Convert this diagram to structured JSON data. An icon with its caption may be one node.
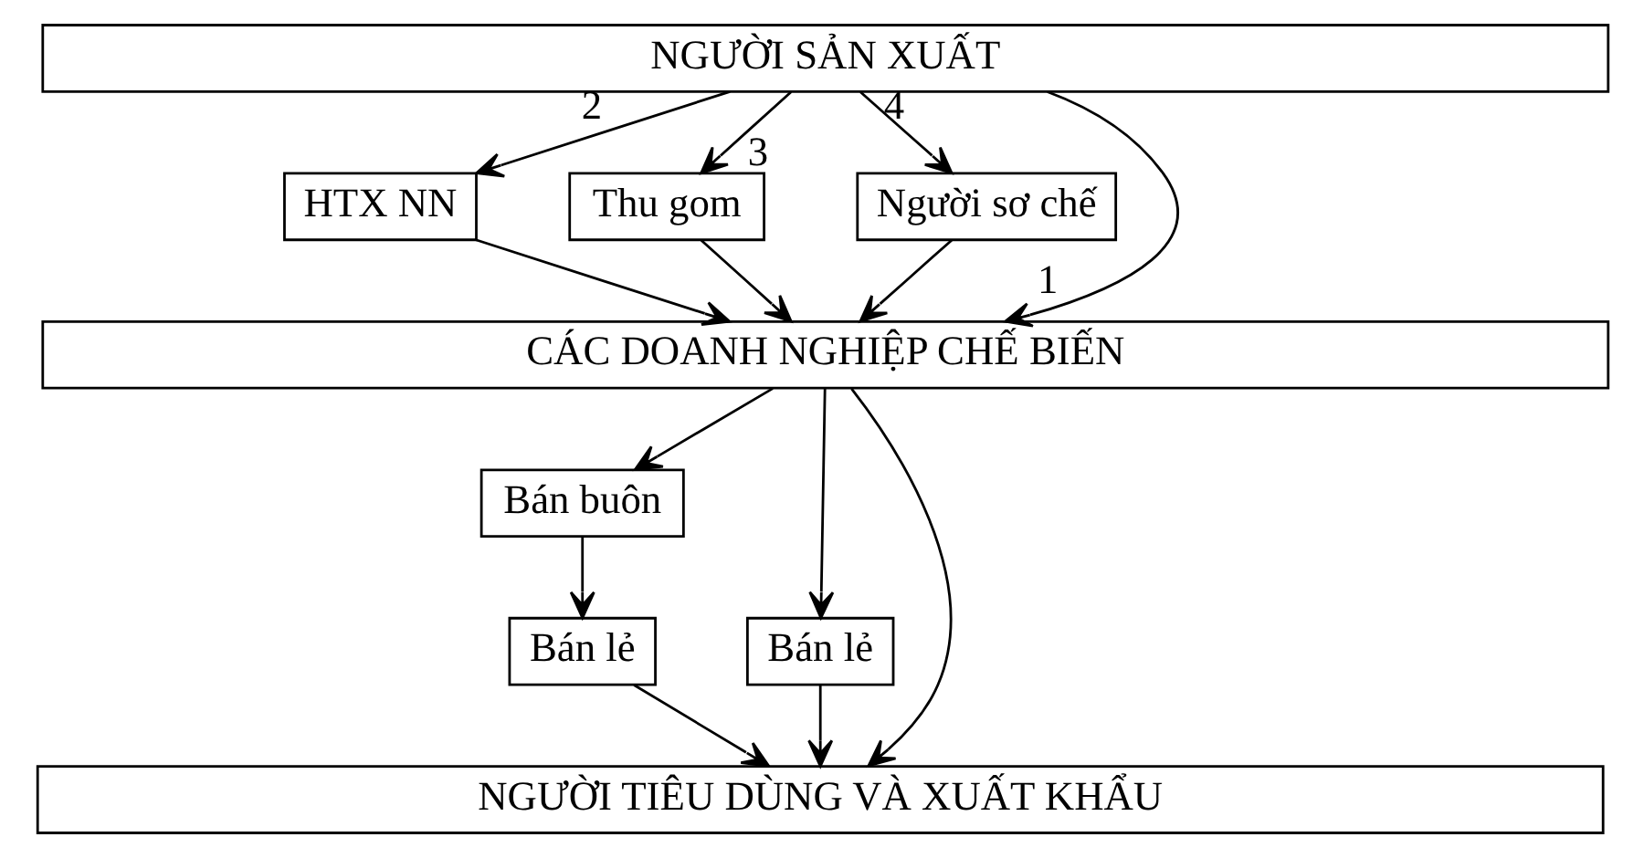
{
  "diagram": {
    "nodes": [
      {
        "text": [
          "NGƯỜI SẢN XUẤT"
        ]
      },
      {
        "text": [
          "HTX NN"
        ]
      },
      {
        "text": [
          "Thu gom"
        ]
      },
      {
        "text": [
          "Người sơ chế"
        ]
      },
      {
        "text": [
          "CÁC DOANH NGHIỆP CHẾ BIẾN"
        ]
      },
      {
        "text": [
          "Bán buôn"
        ]
      },
      {
        "text": [
          "Bán lẻ"
        ]
      },
      {
        "text": [
          "Bán lẻ"
        ]
      },
      {
        "text": [
          "NGƯỜI TIÊU DÙNG VÀ XUẤT KHẨU"
        ]
      }
    ],
    "edges": [
      {
        "from": 0,
        "to": 4,
        "arrow": "to",
        "label": "1"
      },
      {
        "from": 0,
        "to": 1,
        "arrow": "to",
        "label": "2"
      },
      {
        "from": 0,
        "to": 2,
        "arrow": "to",
        "label": "3"
      },
      {
        "from": 0,
        "to": 3,
        "arrow": "to",
        "label": "4"
      },
      {
        "from": 1,
        "to": 4,
        "arrow": "to"
      },
      {
        "from": 2,
        "to": 4,
        "arrow": "to"
      },
      {
        "from": 3,
        "to": 4,
        "arrow": "to"
      },
      {
        "from": 4,
        "to": 8,
        "arrow": "to"
      },
      {
        "from": 4,
        "to": 6,
        "arrow": "to"
      },
      {
        "from": 4,
        "to": 5,
        "arrow": "to"
      },
      {
        "from": 5,
        "to": 7,
        "arrow": "to"
      },
      {
        "from": 6,
        "to": 8,
        "arrow": "to"
      },
      {
        "from": 7,
        "to": 8,
        "arrow": "to"
      }
    ]
  }
}
